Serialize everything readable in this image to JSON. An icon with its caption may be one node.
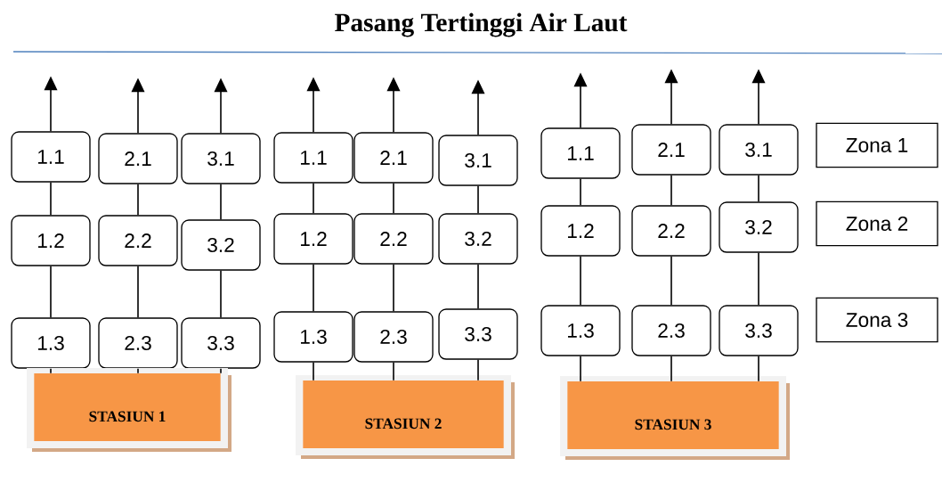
{
  "diagram": {
    "title": "Pasang Tertinggi Air Laut",
    "nodes": [
      {
        "text": [
          "1.1"
        ]
      },
      {
        "text": [
          "1.2"
        ]
      },
      {
        "text": [
          "1.3"
        ]
      },
      {
        "text": [
          "2.1"
        ]
      },
      {
        "text": [
          "2.2"
        ]
      },
      {
        "text": [
          "2.3"
        ]
      },
      {
        "text": [
          "3.1"
        ]
      },
      {
        "text": [
          "3.2"
        ]
      },
      {
        "text": [
          "3.3"
        ]
      },
      {
        "text": [
          "STASIUN 1"
        ]
      },
      {
        "text": [
          "1.1"
        ]
      },
      {
        "text": [
          "1.2"
        ]
      },
      {
        "text": [
          "1.3"
        ]
      },
      {
        "text": [
          "2.1"
        ]
      },
      {
        "text": [
          "2.2"
        ]
      },
      {
        "text": [
          "2.3"
        ]
      },
      {
        "text": [
          "3.1"
        ]
      },
      {
        "text": [
          "3.2"
        ]
      },
      {
        "text": [
          "3.3"
        ]
      },
      {
        "text": [
          "STASIUN 2"
        ]
      },
      {
        "text": [
          "1.1"
        ]
      },
      {
        "text": [
          "1.2"
        ]
      },
      {
        "text": [
          "1.3"
        ]
      },
      {
        "text": [
          "2.1"
        ]
      },
      {
        "text": [
          "2.2"
        ]
      },
      {
        "text": [
          "2.3"
        ]
      },
      {
        "text": [
          "3.1"
        ]
      },
      {
        "text": [
          "3.2"
        ]
      },
      {
        "text": [
          "3.3"
        ]
      },
      {
        "text": [
          "STASIUN 3"
        ]
      },
      {
        "text": [
          "Zona 1"
        ]
      },
      {
        "text": [
          "Zona 2"
        ]
      },
      {
        "text": [
          "Zona 3"
        ]
      }
    ],
    "edges": [
      {
        "from": 9,
        "to": 2,
        "arrow": "none"
      },
      {
        "from": 2,
        "to": 1,
        "arrow": "none"
      },
      {
        "from": 1,
        "to": 0,
        "arrow": "none"
      },
      {
        "from": 0,
        "to": null,
        "arrow": "to"
      },
      {
        "from": 9,
        "to": 5,
        "arrow": "none"
      },
      {
        "from": 5,
        "to": 4,
        "arrow": "none"
      },
      {
        "from": 4,
        "to": 3,
        "arrow": "none"
      },
      {
        "from": 3,
        "to": null,
        "arrow": "to"
      },
      {
        "from": 9,
        "to": 8,
        "arrow": "none"
      },
      {
        "from": 8,
        "to": 7,
        "arrow": "none"
      },
      {
        "from": 7,
        "to": 6,
        "arrow": "none"
      },
      {
        "from": 6,
        "to": null,
        "arrow": "to"
      },
      {
        "from": 19,
        "to": 12,
        "arrow": "none"
      },
      {
        "from": 12,
        "to": 11,
        "arrow": "none"
      },
      {
        "from": 11,
        "to": 10,
        "arrow": "none"
      },
      {
        "from": 10,
        "to": null,
        "arrow": "to"
      },
      {
        "from": 19,
        "to": 15,
        "arrow": "none"
      },
      {
        "from": 15,
        "to": 14,
        "arrow": "none"
      },
      {
        "from": 14,
        "to": 13,
        "arrow": "none"
      },
      {
        "from": 13,
        "to": null,
        "arrow": "to"
      },
      {
        "from": 19,
        "to": 18,
        "arrow": "none"
      },
      {
        "from": 18,
        "to": 17,
        "arrow": "none"
      },
      {
        "from": 17,
        "to": 16,
        "arrow": "none"
      },
      {
        "from": 16,
        "to": null,
        "arrow": "to"
      },
      {
        "from": 29,
        "to": 22,
        "arrow": "none"
      },
      {
        "from": 22,
        "to": 21,
        "arrow": "none"
      },
      {
        "from": 21,
        "to": 20,
        "arrow": "none"
      },
      {
        "from": 20,
        "to": null,
        "arrow": "to"
      },
      {
        "from": 29,
        "to": 25,
        "arrow": "none"
      },
      {
        "from": 25,
        "to": 24,
        "arrow": "none"
      },
      {
        "from": 24,
        "to": 23,
        "arrow": "none"
      },
      {
        "from": 23,
        "to": null,
        "arrow": "to"
      },
      {
        "from": 29,
        "to": 28,
        "arrow": "none"
      },
      {
        "from": 28,
        "to": 27,
        "arrow": "none"
      },
      {
        "from": 27,
        "to": 26,
        "arrow": "none"
      },
      {
        "from": 26,
        "to": null,
        "arrow": "to"
      }
    ]
  }
}
